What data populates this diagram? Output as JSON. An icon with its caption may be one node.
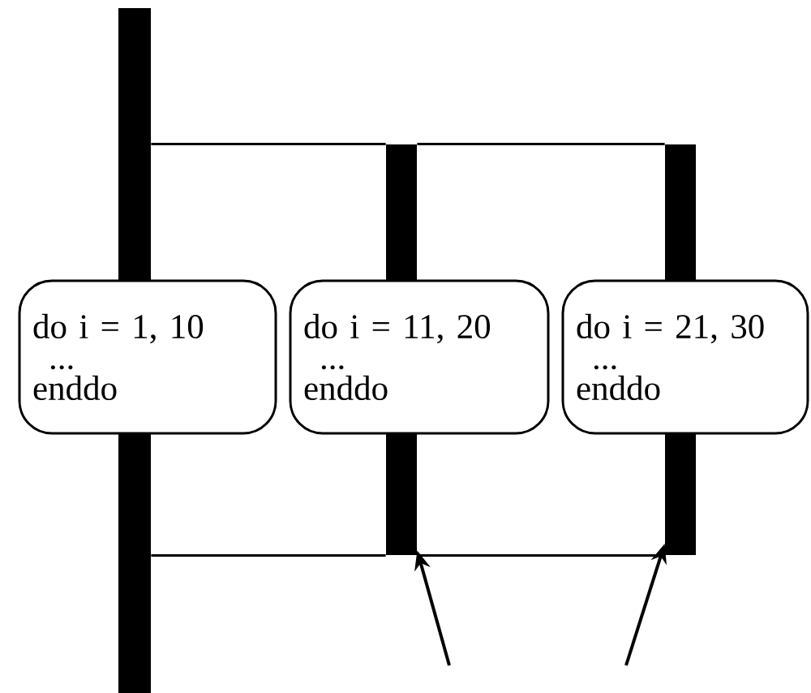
{
  "diagram": {
    "nodes": [
      {
        "text": [],
        "shape": "bar"
      },
      {
        "text": [],
        "shape": "bar"
      },
      {
        "text": [],
        "shape": "bar"
      },
      {
        "text": [
          "do i = 1, 10",
          "...",
          "enddo"
        ]
      },
      {
        "text": [
          "do i = 11, 20",
          "...",
          "enddo"
        ]
      },
      {
        "text": [
          "do i = 21, 30",
          "...",
          "enddo"
        ]
      },
      {
        "text": [],
        "shape": "bar"
      },
      {
        "text": [],
        "shape": "bar"
      }
    ],
    "edges": [
      {
        "from": 0,
        "to": 1,
        "arrow": "none"
      },
      {
        "from": 1,
        "to": 2,
        "arrow": "none"
      },
      {
        "from": 0,
        "to": 6,
        "arrow": "none"
      },
      {
        "from": 6,
        "to": 7,
        "arrow": "none"
      },
      {
        "from": null,
        "to": 6,
        "arrow": "to"
      },
      {
        "from": null,
        "to": 7,
        "arrow": "to"
      }
    ]
  }
}
